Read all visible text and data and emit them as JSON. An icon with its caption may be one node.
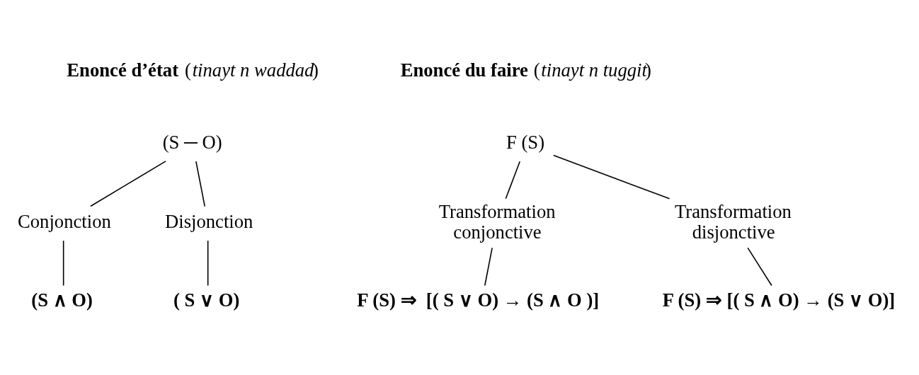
{
  "diagram": {
    "nodes": [
      {
        "text": [
          "(S ─ O)"
        ]
      },
      {
        "text": [
          "Conjonction"
        ]
      },
      {
        "text": [
          "Disjonction"
        ]
      },
      {
        "text": [
          "(S ∧ O)"
        ]
      },
      {
        "text": [
          "( S ∨ O)"
        ]
      },
      {
        "text": [
          "F (S)"
        ]
      },
      {
        "text": [
          "Transformation conjonctive"
        ]
      },
      {
        "text": [
          "Transformation disjonctive"
        ]
      },
      {
        "text": [
          "F (S) ⇒  [( S ∨ O) → (S ∧ O )]"
        ]
      },
      {
        "text": [
          "F (S) ⇒ [( S ∧ O) → (S ∨ O)]"
        ]
      }
    ],
    "edges": [
      {
        "from": 0,
        "to": 1,
        "arrow": "none"
      },
      {
        "from": 0,
        "to": 2,
        "arrow": "none"
      },
      {
        "from": 1,
        "to": 3,
        "arrow": "none"
      },
      {
        "from": 2,
        "to": 4,
        "arrow": "none"
      },
      {
        "from": 5,
        "to": 6,
        "arrow": "none"
      },
      {
        "from": 5,
        "to": 7,
        "arrow": "none"
      },
      {
        "from": 6,
        "to": 8,
        "arrow": "none"
      },
      {
        "from": 7,
        "to": 9,
        "arrow": "none"
      }
    ],
    "labels": [
      "**Enoncé d’état** (*tinayt n waddad*)",
      "**Enoncé du faire** (*tinayt n tuggit*)"
    ]
  }
}
